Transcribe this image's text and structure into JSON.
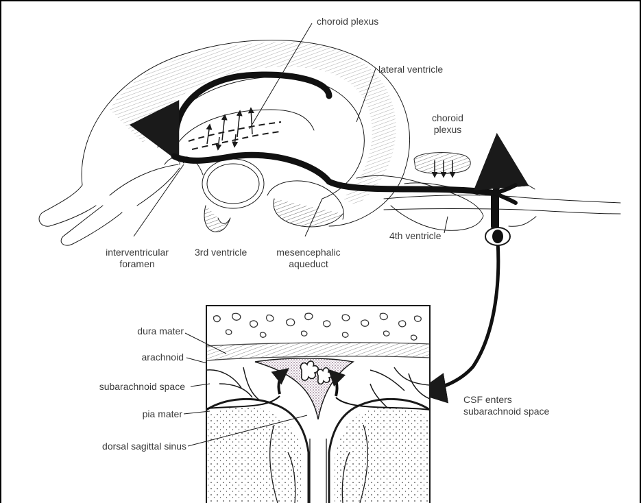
{
  "labels": {
    "choroid_plexus_top": "choroid plexus",
    "lateral_ventricle": "lateral ventricle",
    "choroid_plexus_right": [
      "choroid",
      "plexus"
    ],
    "interventricular_foramen": [
      "interventricular",
      "foramen"
    ],
    "third_ventricle": "3rd ventricle",
    "mesencephalic_aqueduct": [
      "mesencephalic",
      "aqueduct"
    ],
    "fourth_ventricle": "4th ventricle",
    "dura_mater": "dura mater",
    "arachnoid": "arachnoid",
    "subarachnoid_space": "subarachnoid space",
    "pia_mater": "pia mater",
    "dorsal_sagittal_sinus": "dorsal sagittal sinus",
    "csf_enters": [
      "CSF enters",
      "subarachnoid space"
    ]
  },
  "colors": {
    "ink": "#1a1a1a",
    "label_text": "#3a3a3a",
    "hatch": "#555555",
    "sinus_stipple": "#8a6f86",
    "frame": "#000000"
  }
}
